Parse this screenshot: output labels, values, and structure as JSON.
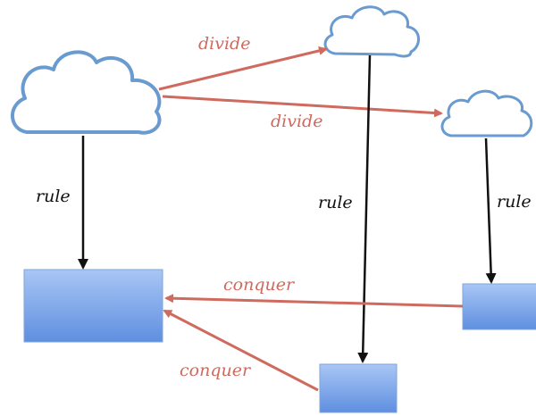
{
  "labels": {
    "divide_top": "divide",
    "divide_bottom": "divide",
    "rule_left": "rule",
    "rule_middle": "rule",
    "rule_right": "rule",
    "conquer_top": "conquer",
    "conquer_bottom": "conquer"
  },
  "colors": {
    "cloud_stroke": "#6a9bd0",
    "box_fill_top": "#a9c6f5",
    "box_fill_bottom": "#5f8fe0",
    "divide_conquer_arrow": "#cf6a5f",
    "rule_arrow": "#111111"
  }
}
